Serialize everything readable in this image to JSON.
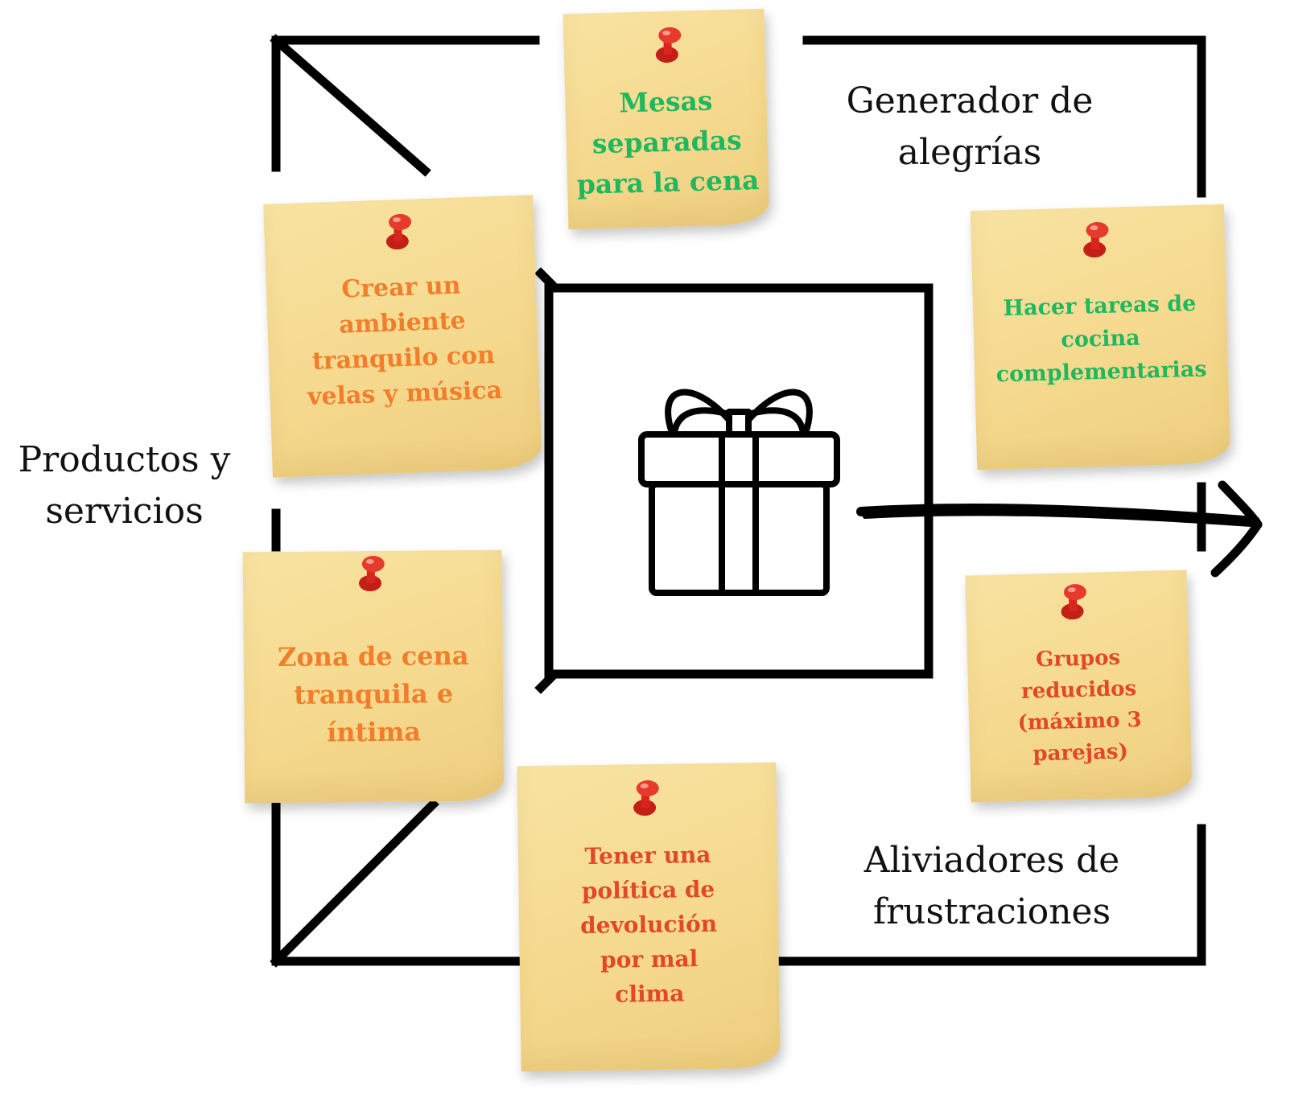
{
  "labels": {
    "products": "Productos y\nservicios",
    "gain_creators": "Generador de\nalegrías",
    "pain_relievers": "Aliviadores de\nfrustraciones"
  },
  "notes": {
    "mesas": "Mesas\nseparadas\npara la cena",
    "ambiente": "Crear un\nambiente\ntranquilo con\nvelas y música",
    "tareas": "Hacer tareas de\ncocina\ncomplementarias",
    "zona": "Zona de cena\ntranquila e\níntima",
    "grupos": "Grupos\nreducidos\n(máximo 3\nparejas)",
    "politica": "Tener una\npolítica de\ndevolución\npor mal\nclima"
  },
  "icons": {
    "center": "gift-icon",
    "pin": "pushpin-icon",
    "arrow": "arrow-right-icon"
  },
  "colors": {
    "green_text": "#1fb85f",
    "orange_text": "#f27d2a",
    "red_text": "#e24826",
    "note_paper": "#f6dc92",
    "pin_red": "#d9261c",
    "line": "#000000"
  }
}
